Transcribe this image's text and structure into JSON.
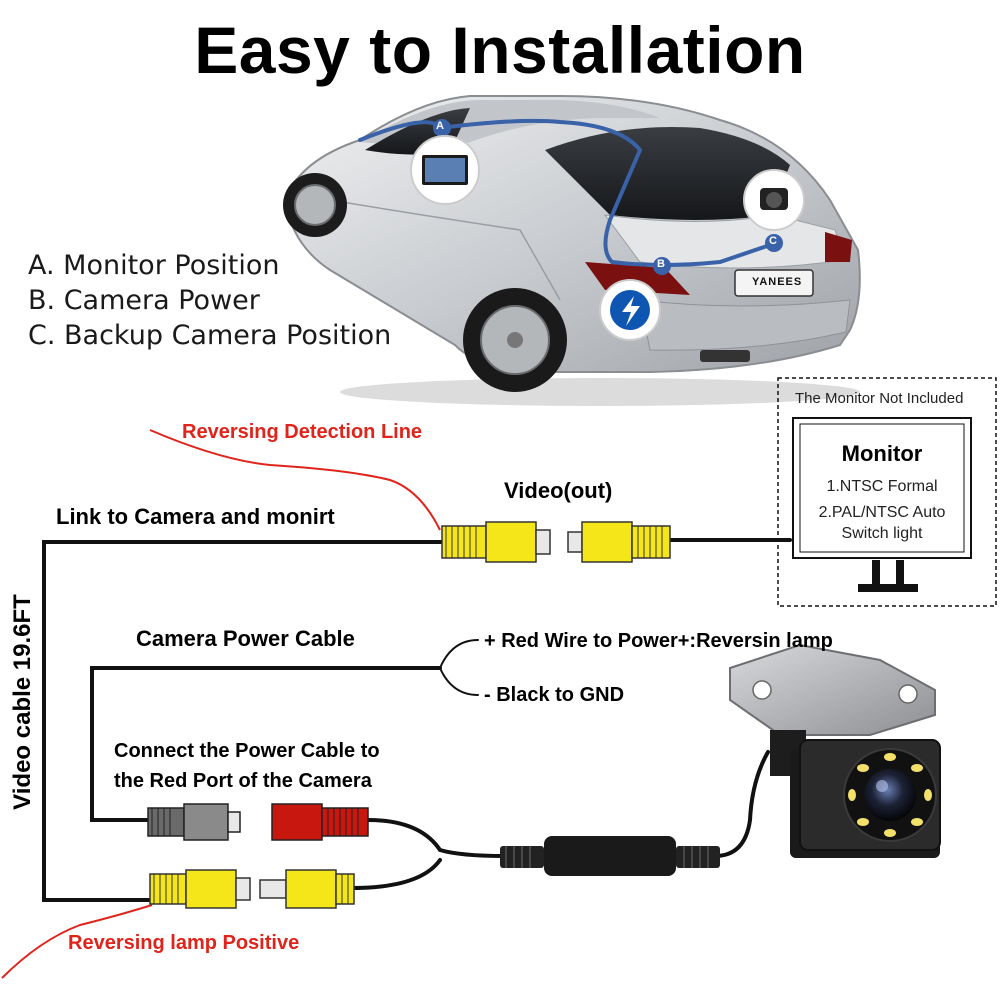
{
  "title": "Easy to Installation",
  "legend": [
    "A. Monitor Position",
    "B. Camera Power",
    "C. Backup Camera Position"
  ],
  "car_markers": [
    "A",
    "B",
    "C"
  ],
  "plate_text": "YANEES",
  "labels": {
    "reversing_detection": "Reversing Detection Line",
    "link_camera": "Link to Camera and monirt",
    "video_out": "Video(out)",
    "camera_power_cable": "Camera Power Cable",
    "red_wire": "+ Red Wire to Power+:Reversin lamp",
    "black_gnd": "- Black to GND",
    "connect_line1": "Connect the Power Cable to",
    "connect_line2": "the Red Port of the Camera",
    "reversing_lamp": "Reversing lamp Positive",
    "video_cable": "Video cable 19.6FT"
  },
  "monitor": {
    "note": "The Monitor Not Included",
    "title": "Monitor",
    "line1": "1.NTSC Formal",
    "line2": "2.PAL/NTSC Auto",
    "line3": "Switch light"
  },
  "colors": {
    "label_red": "#e0241b",
    "connector_yellow": "#f5e61a",
    "connector_red": "#c8170f",
    "connector_gray": "#707070",
    "route_blue": "#3a62a8"
  }
}
